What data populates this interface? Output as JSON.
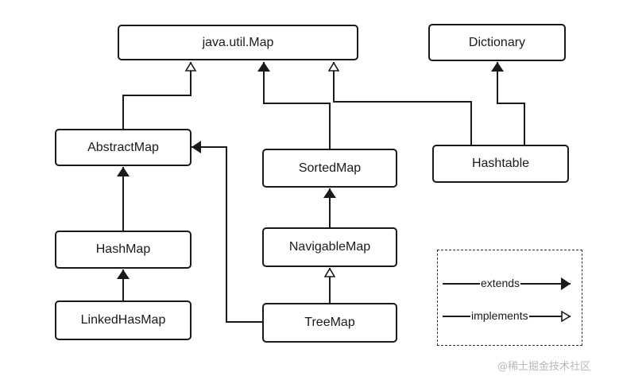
{
  "nodes": {
    "map": "java.util.Map",
    "dictionary": "Dictionary",
    "abstract_map": "AbstractMap",
    "sorted_map": "SortedMap",
    "hashtable": "Hashtable",
    "hash_map": "HashMap",
    "navigable_map": "NavigableMap",
    "linked_has_map": "LinkedHasMap",
    "tree_map": "TreeMap"
  },
  "legend": {
    "extends": "extends",
    "implements": "implements"
  },
  "watermark": "@稀土掘金技术社区",
  "colors": {
    "line": "#1a1a1a",
    "watermark": "#b8b8b8"
  }
}
